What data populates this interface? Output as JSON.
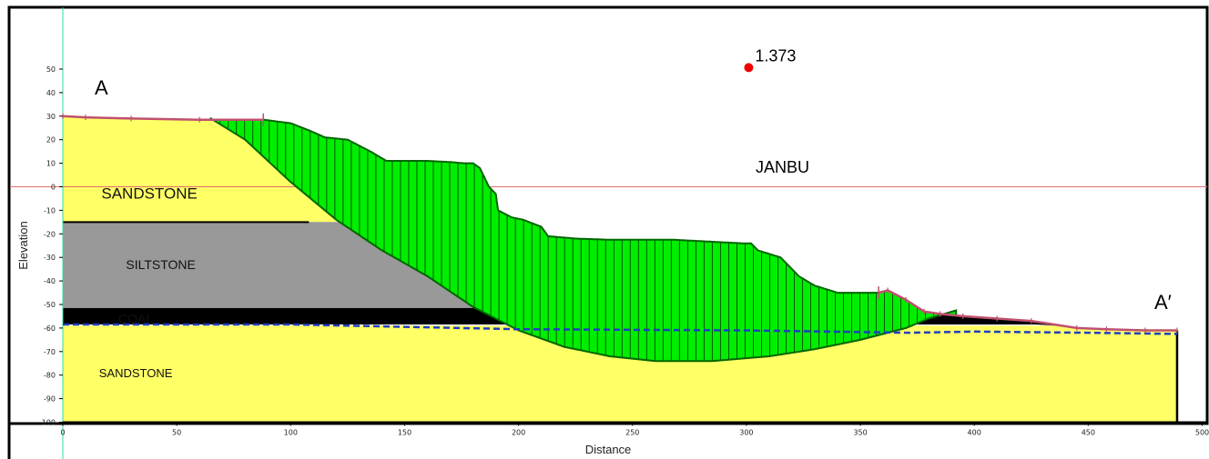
{
  "chart_data": {
    "type": "slope-stability-section",
    "xlabel": "Distance",
    "ylabel": "Elevation",
    "xlim": [
      0,
      500
    ],
    "ylim": [
      -100,
      50
    ],
    "x_ticks": [
      "0",
      "50",
      "100",
      "150",
      "200",
      "250",
      "300",
      "350",
      "400",
      "450",
      "500"
    ],
    "y_ticks": [
      "50",
      "40",
      "30",
      "20",
      "10",
      "0",
      "-10",
      "-20",
      "-30",
      "-40",
      "-50",
      "-60",
      "-70",
      "-80",
      "-90",
      "-100"
    ],
    "section_start_label": "A",
    "section_end_label": "A′",
    "method": "JANBU",
    "factor_of_safety": "1.373",
    "slip_center": [
      301,
      46
    ],
    "layers": [
      {
        "name": "SANDSTONE",
        "color": "#ffff66",
        "label_at": [
          38,
          -3
        ],
        "label_size": 17
      },
      {
        "name": "SILTSTONE",
        "color": "#999999",
        "label_at": [
          43,
          -33
        ],
        "label_size": 14
      },
      {
        "name": "COAL",
        "color": "#000000",
        "label_at": [
          32,
          -56
        ],
        "label_size": 14
      },
      {
        "name": "SANDSTONE",
        "color": "#ffff66",
        "label_at": [
          32,
          -79
        ],
        "label_size": 13
      }
    ],
    "ground_surface": [
      [
        0,
        30
      ],
      [
        10,
        29.5
      ],
      [
        30,
        29
      ],
      [
        60,
        28.5
      ],
      [
        88,
        28.5
      ],
      [
        100,
        27
      ],
      [
        108,
        24
      ],
      [
        115,
        21
      ],
      [
        125,
        20
      ],
      [
        135,
        15
      ],
      [
        142,
        11
      ],
      [
        160,
        11
      ],
      [
        170,
        10.5
      ],
      [
        176,
        10
      ],
      [
        180,
        10
      ],
      [
        183,
        8
      ],
      [
        187,
        0
      ],
      [
        190,
        -3
      ],
      [
        191,
        -10
      ],
      [
        197,
        -13
      ],
      [
        202,
        -14
      ],
      [
        210,
        -17
      ],
      [
        213,
        -21
      ],
      [
        225,
        -22
      ],
      [
        240,
        -22.5
      ],
      [
        268,
        -22.5
      ],
      [
        298,
        -24
      ],
      [
        302,
        -24
      ],
      [
        305,
        -27
      ],
      [
        315,
        -30
      ],
      [
        323,
        -38
      ],
      [
        330,
        -42
      ],
      [
        340,
        -45
      ],
      [
        358,
        -45
      ],
      [
        362,
        -44
      ],
      [
        370,
        -48
      ],
      [
        378,
        -53
      ],
      [
        385,
        -54
      ],
      [
        395,
        -55
      ],
      [
        410,
        -56
      ],
      [
        425,
        -57
      ],
      [
        445,
        -60
      ],
      [
        458,
        -60.5
      ],
      [
        475,
        -61
      ],
      [
        489,
        -61
      ]
    ],
    "slip_surface": [
      [
        65,
        29
      ],
      [
        80,
        20
      ],
      [
        100,
        2
      ],
      [
        120,
        -14
      ],
      [
        140,
        -27
      ],
      [
        160,
        -38
      ],
      [
        180,
        -51
      ],
      [
        200,
        -61
      ],
      [
        220,
        -68
      ],
      [
        240,
        -72
      ],
      [
        260,
        -74
      ],
      [
        285,
        -74
      ],
      [
        310,
        -72
      ],
      [
        330,
        -69
      ],
      [
        350,
        -65
      ],
      [
        370,
        -60
      ],
      [
        380,
        -56
      ],
      [
        392,
        -52.5
      ]
    ],
    "siltstone_top": -15,
    "coal_top": -51.5,
    "coal_bottom": -58.5,
    "lower_sandstone_top": -59,
    "section_end_x": 489,
    "water_table": [
      [
        0,
        -58.5
      ],
      [
        100,
        -58.5
      ],
      [
        150,
        -59.5
      ],
      [
        200,
        -60.5
      ],
      [
        300,
        -61
      ],
      [
        372,
        -62
      ],
      [
        400,
        -61.5
      ],
      [
        450,
        -62
      ],
      [
        489,
        -62.5
      ]
    ],
    "colors": {
      "sliding_mass": "#00ee00",
      "sliding_mass_edge": "#006600",
      "ground_profile": "#c0506f",
      "water_table": "#1f3fbf",
      "zero_line": "#e07070",
      "fs_marker": "#ee0000",
      "frame": "#000000"
    }
  }
}
